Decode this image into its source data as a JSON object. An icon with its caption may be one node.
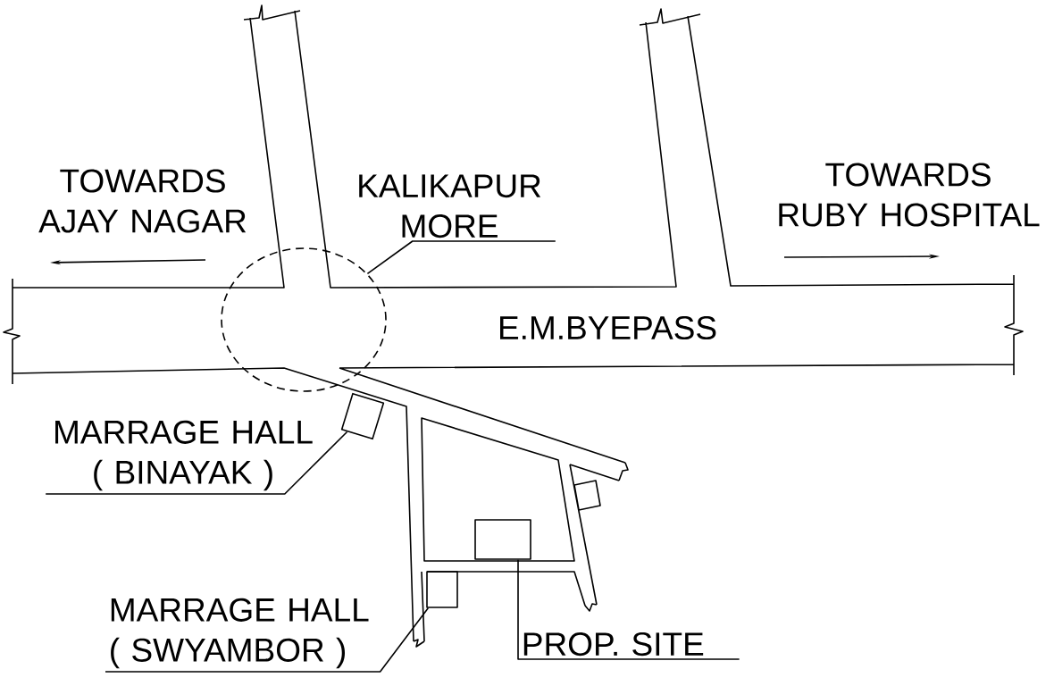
{
  "diagram": {
    "nodes": [
      {
        "text": [
          "KALIKAPUR MORE"
        ]
      },
      {
        "text": [],
        "shape": "circle"
      },
      {
        "text": [
          "MARRAGE HALL ( BINAYAK )"
        ]
      },
      {
        "text": [],
        "shape": "box"
      },
      {
        "text": [
          "MARRAGE HALL ( SWYAMBOR )"
        ]
      },
      {
        "text": [],
        "shape": "box"
      },
      {
        "text": [
          "PROP. SITE"
        ]
      },
      {
        "text": [],
        "shape": "box"
      }
    ],
    "edges": [
      {
        "from": 0,
        "to": 1,
        "arrow": "none"
      },
      {
        "from": 2,
        "to": 3,
        "arrow": "none"
      },
      {
        "from": 4,
        "to": 5,
        "arrow": "none"
      },
      {
        "from": 6,
        "to": 7,
        "arrow": "none"
      }
    ],
    "labels": [
      "TOWARDS AJAY NAGAR",
      "TOWARDS RUBY HOSPITAL",
      "E.M.BYEPASS"
    ]
  }
}
